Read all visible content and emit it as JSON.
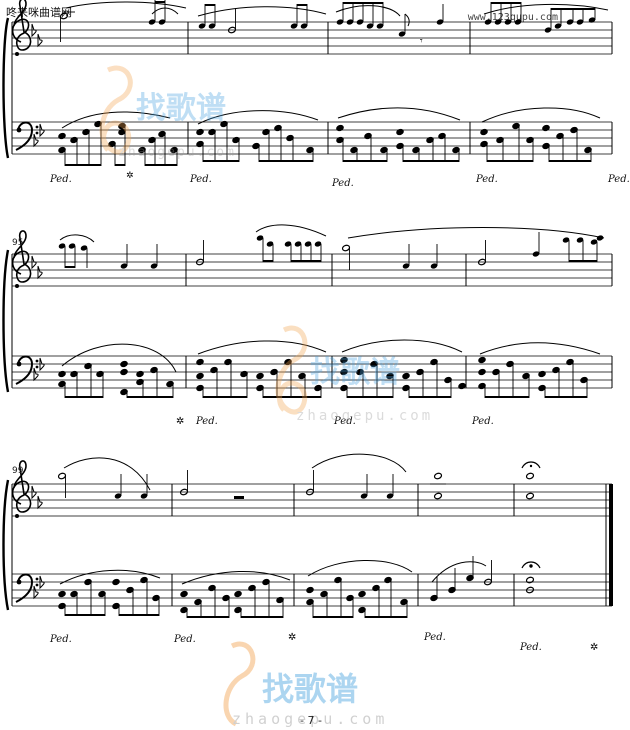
{
  "header": {
    "site_left": "咚来咪曲谱网",
    "site_right": "www.123qupu.com"
  },
  "measure_numbers": {
    "system2": "95",
    "system3": "99"
  },
  "watermark": {
    "brand_cn": "找歌谱",
    "brand_url": "zhaogepu.com"
  },
  "page_number": "- 7 -",
  "key_signature": "B-flat major (2 flats)",
  "pedal_mark": "Ped."
}
